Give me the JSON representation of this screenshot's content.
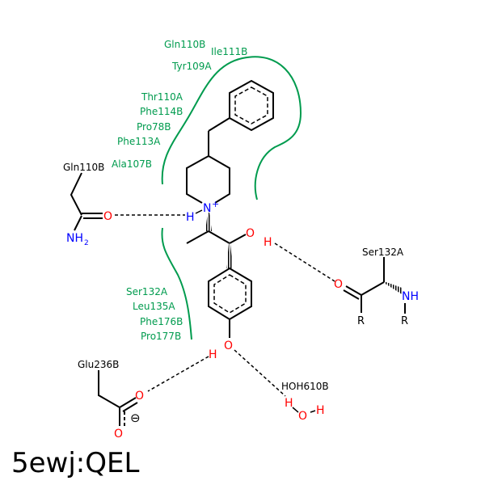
{
  "title": "5ewj:QEL",
  "hydrophobic_residues_top": [
    "Gln110B",
    "Ile111B",
    "Tyr109A",
    "Thr110A",
    "Phe114B",
    "Pro78B",
    "Phe113A",
    "Ala107B"
  ],
  "hydrophobic_residues_bottom": [
    "Ser132A",
    "Leu135A",
    "Phe176B",
    "Pro177B"
  ],
  "residues": {
    "gln": "Gln110B",
    "ser": "Ser132A",
    "glu": "Glu236B",
    "water": "HOH610B"
  },
  "atoms": {
    "o": "O",
    "h": "H",
    "n": "N",
    "nplus": "+",
    "nh": "NH",
    "nh2": "NH",
    "sub2": "2",
    "r": "R",
    "minus": "⊖"
  },
  "colors": {
    "hydrophobic": "#009b4e",
    "oxygen": "#ff0000",
    "nitrogen": "#0000ff"
  }
}
